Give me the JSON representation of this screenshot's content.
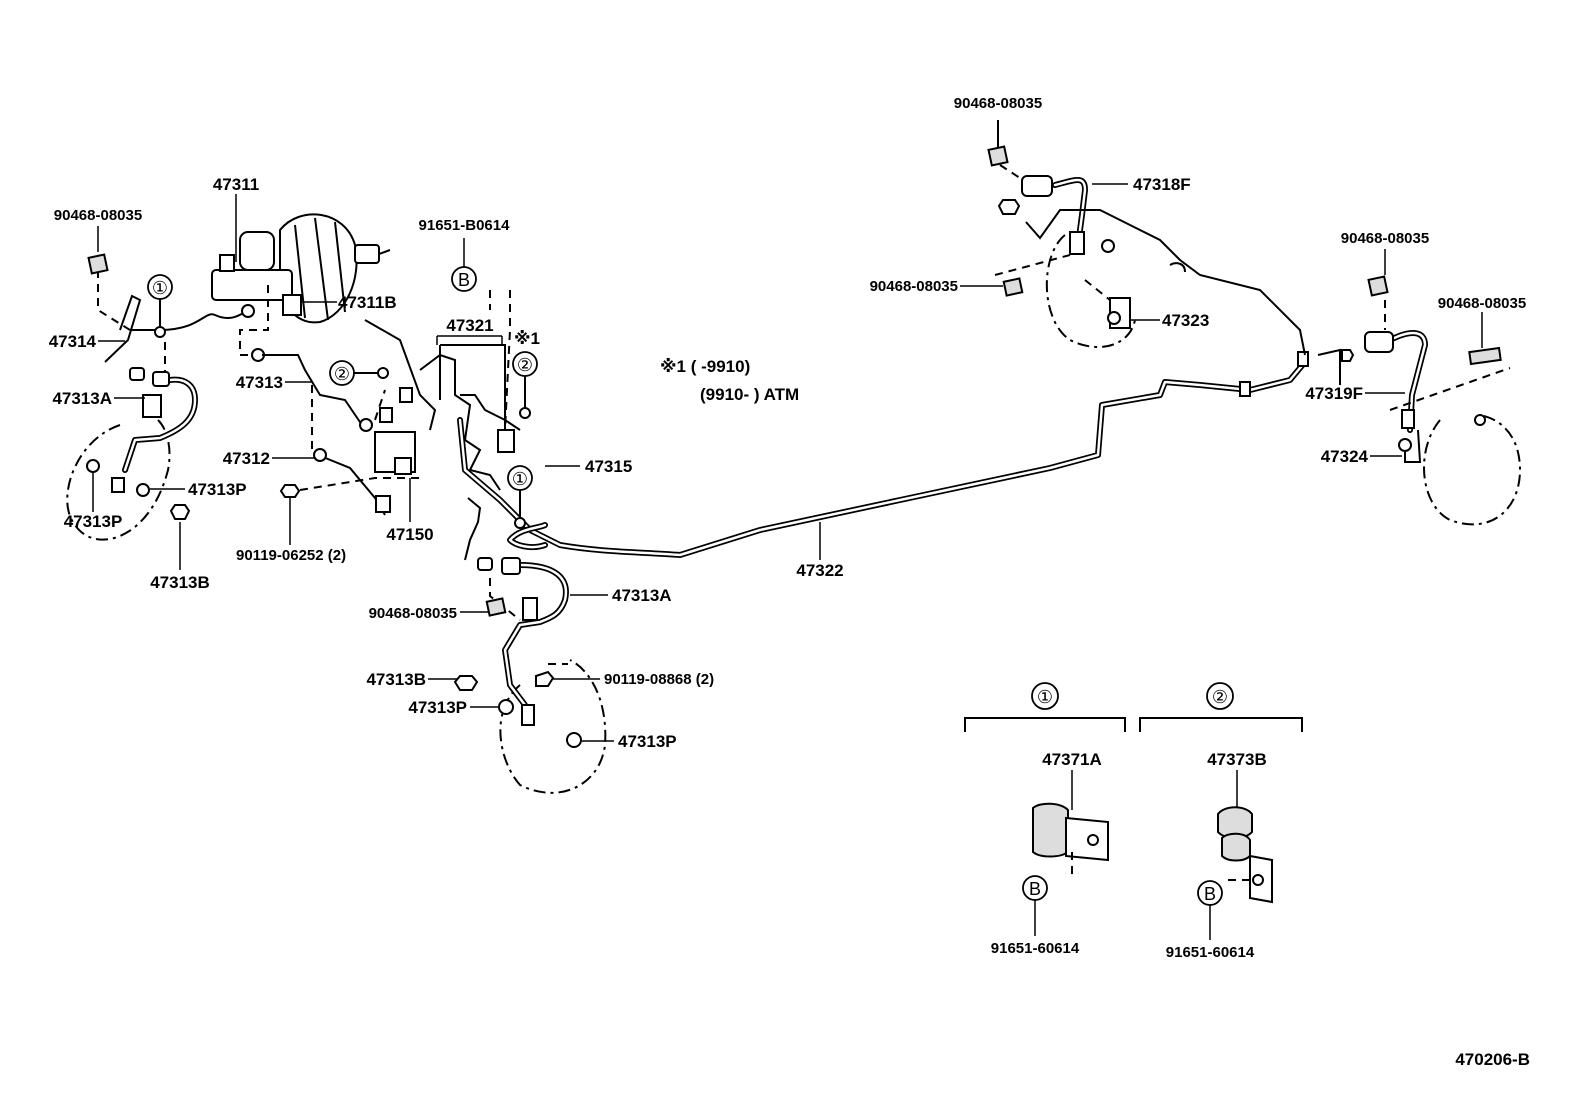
{
  "labels": {
    "clip_tl": "90468-08035",
    "p47311": "47311",
    "bolt_b": "91651-B0614",
    "clip_tr": "90468-08035",
    "p47318f": "47318F",
    "clip_rt": "90468-08035",
    "clip_mid_r": "90468-08035",
    "clip_far_r": "90468-08035",
    "p47311b": "47311B",
    "p47321": "47321",
    "note1_mark": "※1",
    "p47323": "47323",
    "p47314": "47314",
    "note1_line1": "※1 (        -9910)",
    "note1_line2": "(9910-        ) ATM",
    "p47319f": "47319F",
    "p47313_upper": "47313",
    "p47313a_l": "47313A",
    "p47324": "47324",
    "p47312": "47312",
    "p47315": "47315",
    "p47313p_l1": "47313P",
    "p47313p_l2": "47313P",
    "p47150": "47150",
    "bolt_l": "90119-06252 (2)",
    "p47322": "47322",
    "p47313b_l": "47313B",
    "p47313a_m": "47313A",
    "clip_lower": "90468-08035",
    "p47313b_m": "47313B",
    "bolt_m": "90119-08868 (2)",
    "p47313p_m1": "47313P",
    "p47313p_m2": "47313P",
    "clamp1_part": "47371A",
    "clamp2_part": "47373B",
    "clamp1_bolt": "91651-60614",
    "clamp2_bolt": "91651-60614",
    "figure_code": "470206-B"
  },
  "callouts": {
    "one": "①",
    "two": "②",
    "b": "B"
  }
}
